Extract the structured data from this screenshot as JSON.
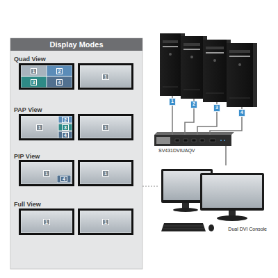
{
  "diagram": {
    "nodes": [
      {
        "text": [
          "Display Modes",
          "Quad View",
          "PAP View",
          "PIP View",
          "Full View"
        ]
      },
      {
        "text": [
          "1"
        ],
        "in": 0
      },
      {
        "text": [
          "2"
        ],
        "in": 0
      },
      {
        "text": [
          "3"
        ],
        "in": 0
      },
      {
        "text": [
          "4"
        ],
        "in": 0
      },
      {
        "text": [
          "1"
        ],
        "in": 0
      },
      {
        "text": [
          "1"
        ],
        "in": 0
      },
      {
        "text": [
          "2"
        ],
        "in": 0
      },
      {
        "text": [
          "3"
        ],
        "in": 0
      },
      {
        "text": [
          "4"
        ],
        "in": 0
      },
      {
        "text": [
          "1"
        ],
        "in": 0
      },
      {
        "text": [
          "1"
        ],
        "in": 0
      },
      {
        "text": [
          "4"
        ],
        "in": 11
      },
      {
        "text": [
          "1"
        ],
        "in": 0
      },
      {
        "text": [
          "1"
        ],
        "in": 0
      },
      {
        "text": [
          "1"
        ],
        "in": 0
      },
      {
        "text": [
          "1"
        ]
      },
      {
        "text": [
          "2"
        ]
      },
      {
        "text": [
          "3"
        ]
      },
      {
        "text": [
          "4"
        ]
      },
      {
        "text": [
          "SV431DVIUAQV"
        ]
      },
      {
        "text": [
          "Dual DVI Console"
        ]
      }
    ],
    "edges": [
      {
        "from": 16,
        "to": 20,
        "arrow": "none"
      },
      {
        "from": 17,
        "to": 20,
        "arrow": "none"
      },
      {
        "from": 18,
        "to": 20,
        "arrow": "none"
      },
      {
        "from": 19,
        "to": 20,
        "arrow": "none"
      },
      {
        "from": 20,
        "to": 21,
        "arrow": "none"
      },
      {
        "from": 0,
        "to": 21,
        "arrow": "none"
      }
    ]
  }
}
